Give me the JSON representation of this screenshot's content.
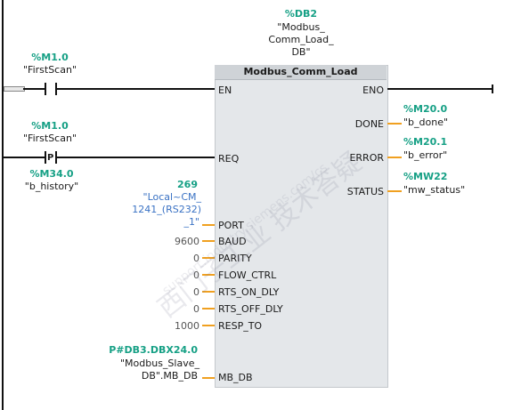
{
  "block": {
    "db_address": "%DB2",
    "db_name_lines": [
      "\"Modbus_",
      "Comm_Load_",
      "DB\""
    ],
    "title": "Modbus_Comm_Load"
  },
  "network1": {
    "address": "%M1.0",
    "tag": "\"FirstScan\""
  },
  "network2": {
    "contact_address": "%M1.0",
    "contact_tag": "\"FirstScan\"",
    "contact_symbol": "P",
    "memory_address": "%M34.0",
    "memory_tag": "\"b_history\""
  },
  "inputs": {
    "en": "EN",
    "req": "REQ",
    "port": {
      "pin": "PORT",
      "value_top": "269",
      "value_lines": [
        "\"Local~CM_",
        "1241_(RS232)",
        "_1\""
      ]
    },
    "baud": {
      "pin": "BAUD",
      "value": "9600"
    },
    "parity": {
      "pin": "PARITY",
      "value": "0"
    },
    "flow_ctrl": {
      "pin": "FLOW_CTRL",
      "value": "0"
    },
    "rts_on_dly": {
      "pin": "RTS_ON_DLY",
      "value": "0"
    },
    "rts_off_dly": {
      "pin": "RTS_OFF_DLY",
      "value": "0"
    },
    "resp_to": {
      "pin": "RESP_TO",
      "value": "1000"
    },
    "mb_db": {
      "pin": "MB_DB",
      "address": "P#DB3.DBX24.0",
      "tag_lines": [
        "\"Modbus_Slave_",
        "DB\".MB_DB"
      ]
    }
  },
  "outputs": {
    "eno": "ENO",
    "done": {
      "pin": "DONE",
      "address": "%M20.0",
      "tag": "\"b_done\""
    },
    "error": {
      "pin": "ERROR",
      "address": "%M20.1",
      "tag": "\"b_error\""
    },
    "status": {
      "pin": "STATUS",
      "address": "%MW22",
      "tag": "\"mw_status\""
    }
  },
  "watermark": {
    "big": "西门子工业  技术答疑",
    "url": "support.industry.siemens.com/cs"
  },
  "colors": {
    "operand_green": "#16a085",
    "wire_orange": "#f0a020",
    "block_fill": "#e4e7ea"
  }
}
